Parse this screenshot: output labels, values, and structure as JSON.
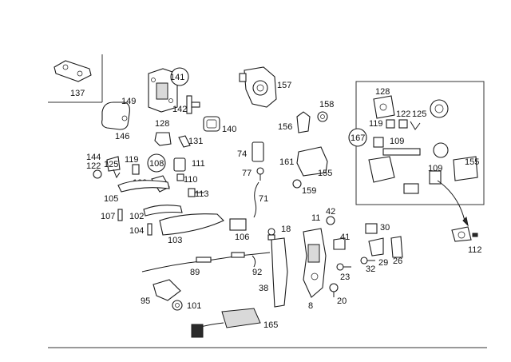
{
  "labels": {
    "l137": "137",
    "l149": "149",
    "l146": "146",
    "l141": "141",
    "l142": "142",
    "l140": "140",
    "l157": "157",
    "l158": "158",
    "l156": "156",
    "l128a": "128",
    "l131": "131",
    "l144": "144",
    "l122a": "122",
    "l125a": "125",
    "l119a": "119",
    "l108": "108",
    "l109a": "109",
    "l111": "111",
    "l110": "110",
    "l113": "113",
    "l74": "74",
    "l77": "77",
    "l71": "71",
    "l161": "161",
    "l155a": "155",
    "l159": "159",
    "l105": "105",
    "l107": "107",
    "l102": "102",
    "l104": "104",
    "l103": "103",
    "l106": "106",
    "l18": "18",
    "l11": "11",
    "l42": "42",
    "l41": "41",
    "l30": "30",
    "l29": "29",
    "l26": "26",
    "l32": "32",
    "l23": "23",
    "l20": "20",
    "l8": "8",
    "l38": "38",
    "l92": "92",
    "l89": "89",
    "l95": "95",
    "l101": "101",
    "l165": "165",
    "l128b": "128",
    "l122b": "122",
    "l125b": "125",
    "l119b": "119",
    "l109b": "109",
    "l167": "167",
    "l109c": "109",
    "l155b": "155",
    "l112": "112"
  }
}
